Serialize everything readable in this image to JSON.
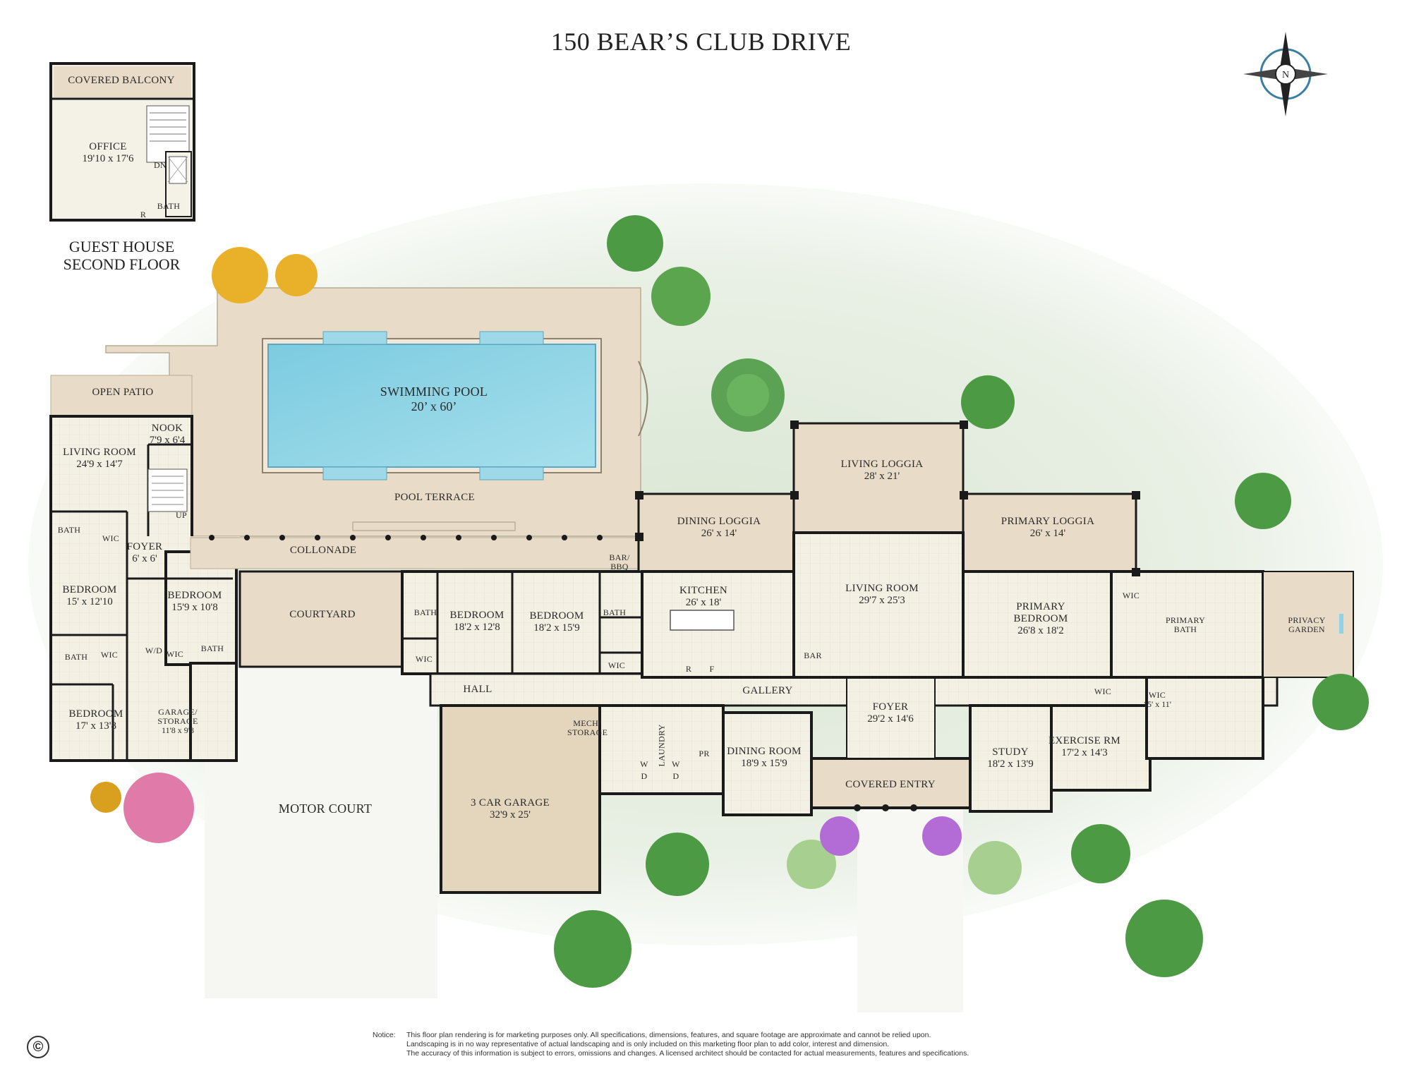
{
  "title": "150 BEAR’S CLUB DRIVE",
  "guest_house": {
    "caption_line1": "GUEST HOUSE",
    "caption_line2": "SECOND FLOOR",
    "covered_balcony": "COVERED BALCONY",
    "office": {
      "name": "OFFICE",
      "dims": "19'10 x 17'6"
    },
    "dn": "DN",
    "bath": "BATH",
    "r": "R"
  },
  "rooms": {
    "open_patio": "OPEN PATIO",
    "nook": {
      "name": "NOOK",
      "dims": "7'9 x 6'4"
    },
    "living_room_guest": {
      "name": "LIVING ROOM",
      "dims": "24'9 x 14'7"
    },
    "swimming_pool": {
      "name": "SWIMMING POOL",
      "dims": "20’ x 60’"
    },
    "pool_terrace": "POOL TERRACE",
    "collonade": "COLLONADE",
    "up": "UP",
    "bath_a": "BATH",
    "wic_a": "WIC",
    "foyer_guest": {
      "name": "FOYER",
      "dims": "6' x 6'"
    },
    "bedroom_a": {
      "name": "BEDROOM",
      "dims": "15' x 12'10"
    },
    "bedroom_b": {
      "name": "BEDROOM",
      "dims": "15'9 x 10'8"
    },
    "wd": "W/D",
    "wic_b": "WIC",
    "bath_b": "BATH",
    "bath_c": "BATH",
    "wic_c": "WIC",
    "bedroom_c": {
      "name": "BEDROOM",
      "dims": "17' x 13'8"
    },
    "garage_storage": {
      "name": "GARAGE/ STORAGE",
      "dims": "11'8 x 9'8"
    },
    "courtyard": "COURTYARD",
    "bath_d": "BATH",
    "wic_d": "WIC",
    "bedroom_d": {
      "name": "BEDROOM",
      "dims": "18'2 x 12'8"
    },
    "bedroom_e": {
      "name": "BEDROOM",
      "dims": "18'2 x 15'9"
    },
    "bath_e": "BATH",
    "wic_e": "WIC",
    "bar_bbq": "BAR/ BBQ",
    "dining_loggia": {
      "name": "DINING LOGGIA",
      "dims": "26' x 14'"
    },
    "living_loggia": {
      "name": "LIVING LOGGIA",
      "dims": "28' x 21'"
    },
    "primary_loggia": {
      "name": "PRIMARY LOGGIA",
      "dims": "26' x 14'"
    },
    "kitchen": {
      "name": "KITCHEN",
      "dims": "26' x 18'"
    },
    "living_room_main": {
      "name": "LIVING ROOM",
      "dims": "29'7 x 25'3"
    },
    "bar": "BAR",
    "r": "R",
    "f": "F",
    "primary_bedroom": {
      "name": "PRIMARY BEDROOM",
      "dims": "26'8 x 18'2"
    },
    "wic_f": "WIC",
    "primary_bath": "PRIMARY BATH",
    "privacy_garden": "PRIVACY GARDEN",
    "hall": "HALL",
    "gallery": "GALLERY",
    "foyer_main": {
      "name": "FOYER",
      "dims": "29'2 x 14'6"
    },
    "wic_g": "WIC",
    "wic_h": {
      "name": "WIC",
      "dims": "15' x 11'"
    },
    "mech_storage": "MECH/ STORAGE",
    "laundry": "LAUNDRY",
    "pr": "PR",
    "w1": "W",
    "d1": "D",
    "w2": "W",
    "d2": "D",
    "dining_room": {
      "name": "DINING ROOM",
      "dims": "18'9 x 15'9"
    },
    "covered_entry": "COVERED ENTRY",
    "study": {
      "name": "STUDY",
      "dims": "18'2 x 13'9"
    },
    "exercise_rm": {
      "name": "EXERCISE RM",
      "dims": "17'2 x 14'3"
    },
    "garage_3car": {
      "name": "3 CAR GARAGE",
      "dims": "32'9 x 25'"
    },
    "motor_court": "MOTOR COURT"
  },
  "compass_letter": "N",
  "notice": {
    "label": "Notice:",
    "line1": "This floor plan rendering is for marketing purposes only. All specifications, dimensions, features, and square footage are approximate and cannot be relied upon.",
    "line2": "Landscaping is in no way representative of actual landscaping and is only included on this marketing floor plan to add color, interest and dimension.",
    "line3": "The accuracy of this information is subject to errors, omissions and changes. A licensed architect should be contacted for actual measurements, features and specifications."
  },
  "copyright": "©",
  "colors": {
    "wall": "#1a1a1a",
    "interior_floor": "#f4f1e6",
    "terrace": "#e8dcc8",
    "garage_floor": "#e3d6bd",
    "pool_water": "#8fd3e6",
    "lawn": "#e7efe2",
    "palm_green": "#3f8a3a"
  }
}
